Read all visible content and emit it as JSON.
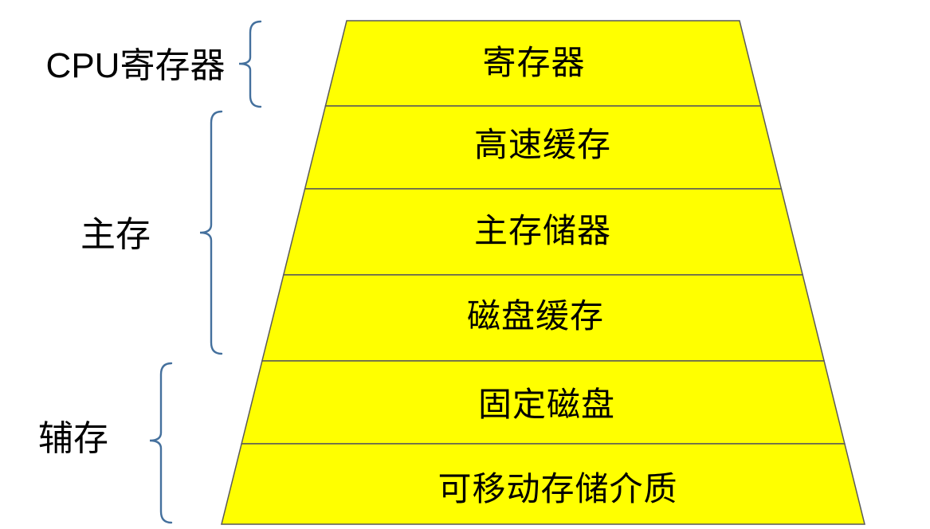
{
  "pyramid": {
    "fill_color": "#FFFF00",
    "border_color": "#595959",
    "text_color": "#000000",
    "layers": [
      {
        "label": "寄存器"
      },
      {
        "label": "高速缓存"
      },
      {
        "label": "主存储器"
      },
      {
        "label": "磁盘缓存"
      },
      {
        "label": "固定磁盘"
      },
      {
        "label": "可移动存储介质"
      }
    ]
  },
  "side_groups": {
    "brace_color": "#44709D",
    "items": [
      {
        "label": "CPU寄存器"
      },
      {
        "label": "主存"
      },
      {
        "label": "辅存"
      }
    ]
  }
}
